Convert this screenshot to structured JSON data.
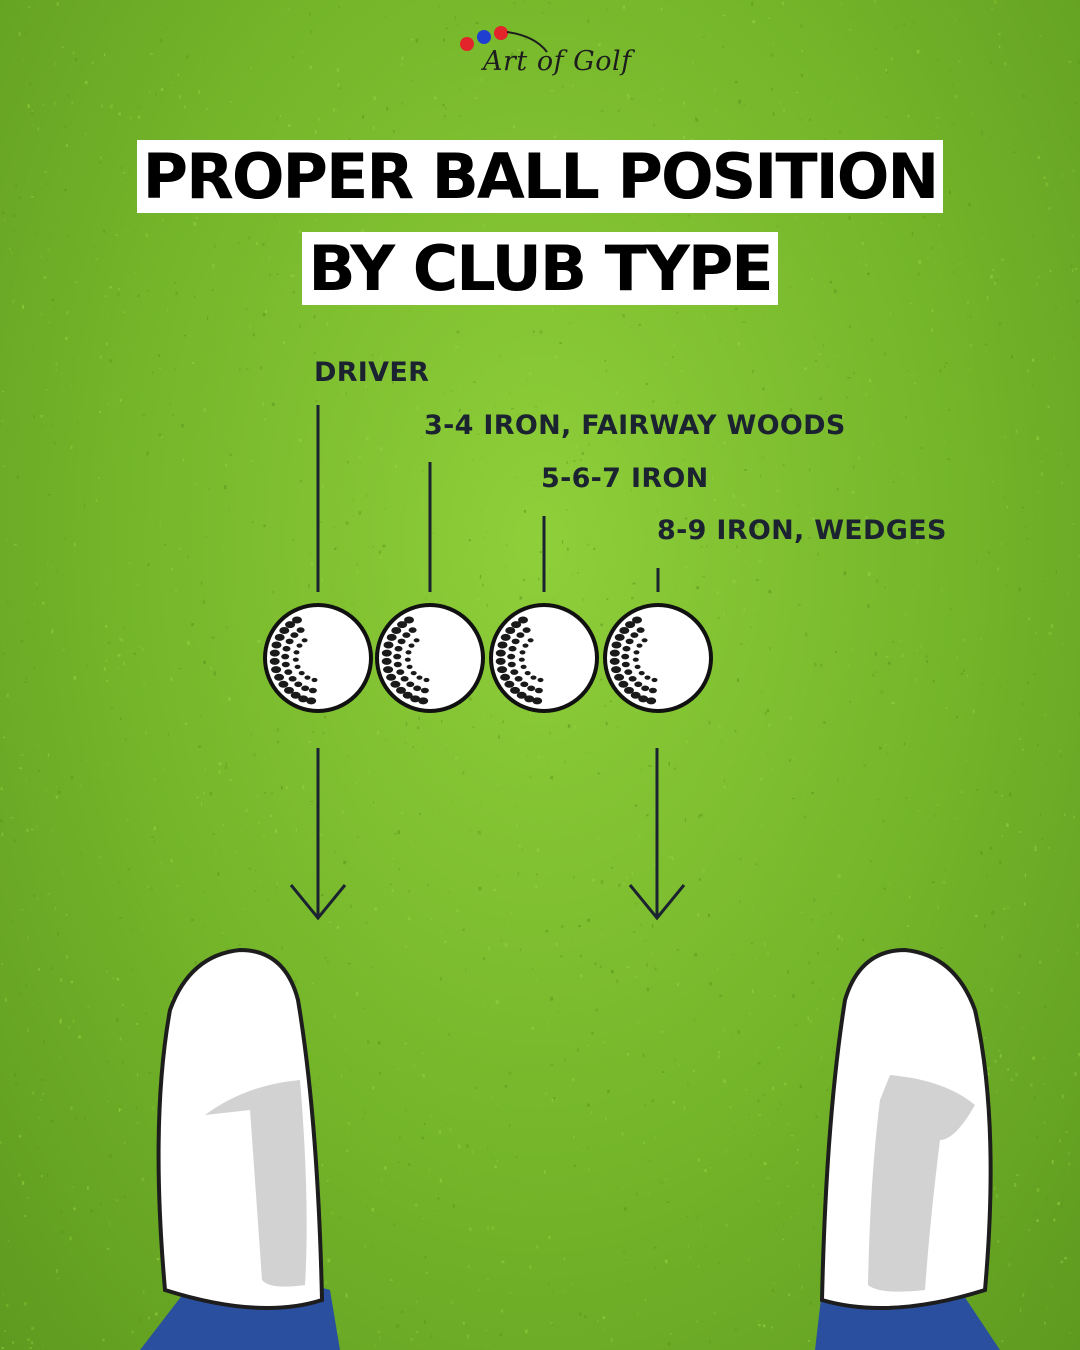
{
  "brand": {
    "name": "Art of Golf",
    "dot_colors": [
      "#e3242b",
      "#1f3fd1",
      "#e3242b"
    ]
  },
  "title": {
    "line1": "PROPER BALL POSITION",
    "line2": "BY CLUB TYPE"
  },
  "clubs": [
    {
      "label": "DRIVER"
    },
    {
      "label": "3-4 IRON, FAIRWAY WOODS"
    },
    {
      "label": "5-6-7 IRON"
    },
    {
      "label": "8-9 IRON, WEDGES"
    }
  ],
  "colors": {
    "grass": "#74b52a",
    "ink": "#1b2230",
    "shoe": "#ffffff",
    "shoe_shade": "#d2d2d2",
    "trousers": "#2a4f9e"
  },
  "icons": [
    "golf-ball-icon",
    "shoe-icon",
    "arrow-down-icon"
  ]
}
